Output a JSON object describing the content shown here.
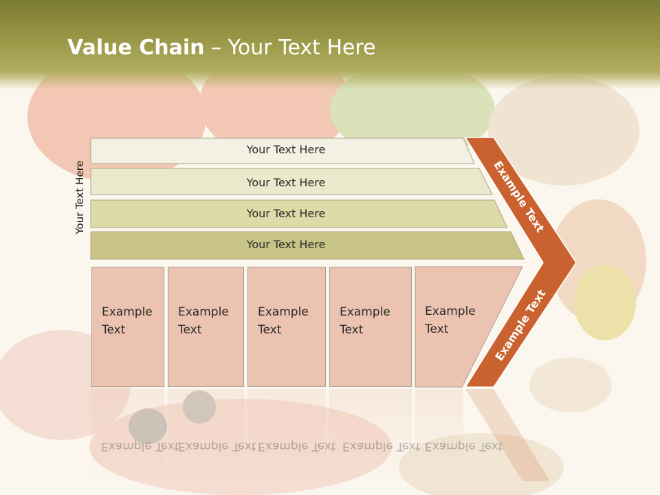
{
  "title": {
    "bold": "Value Chain",
    "rest": " – Your Text Here"
  },
  "side_label": "Your Text Here",
  "rows": [
    {
      "label": "Your Text Here"
    },
    {
      "label": "Your Text Here"
    },
    {
      "label": "Your Text Here"
    },
    {
      "label": "Your Text Here"
    }
  ],
  "boxes": [
    {
      "label": "Example Text"
    },
    {
      "label": "Example Text"
    },
    {
      "label": "Example Text"
    },
    {
      "label": "Example Text"
    },
    {
      "label": "Example Text"
    }
  ],
  "chevron_top": "Example Text",
  "chevron_bottom": "Example Text",
  "colors": {
    "title_bar": "#8c8a3c",
    "chevron": "#c9622f",
    "row1": "#f3f1e4",
    "row2": "#ebe9cc",
    "row3": "#dedba9",
    "row4": "#c8c485",
    "box_fill": "#ecc3b0"
  }
}
